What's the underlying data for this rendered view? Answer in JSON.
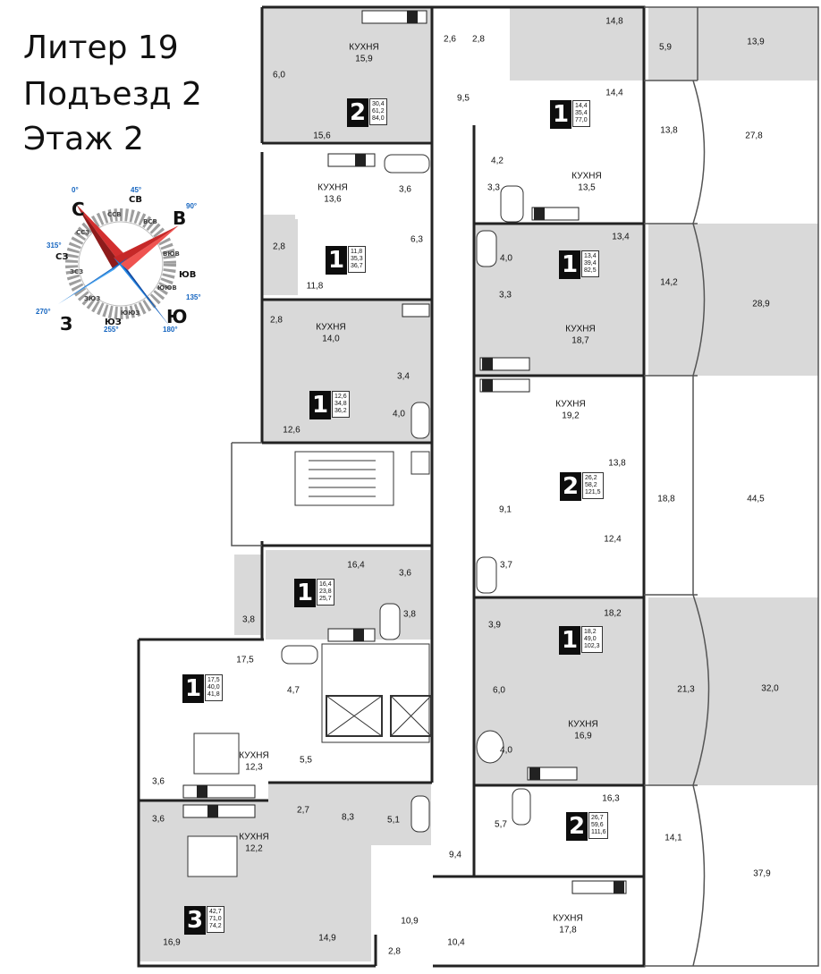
{
  "header": {
    "line1": "Литер 19",
    "line2": "Подъезд 2",
    "line3": "Этаж 2"
  },
  "compass": {
    "main": {
      "n": "С",
      "e": "В",
      "s": "Ю",
      "w": "З"
    },
    "deg": {
      "n": "0°",
      "ne": "45°",
      "e": "90°",
      "se": "135°",
      "s": "180°",
      "sw": "255°",
      "w": "270°",
      "nw": "315°"
    },
    "inter": {
      "ne": "СВ",
      "se": "ЮВ",
      "sw": "ЮЗ",
      "nw": "СЗ"
    },
    "ring": {
      "nne": "ССВ",
      "ene": "ВСВ",
      "ese": "ВЮВ",
      "sse": "ЮЮВ",
      "ssw": "ЮЮЗ",
      "wsw": "ЗЮЗ",
      "wnw": "ЗСЗ",
      "nnw": "ССЗ"
    },
    "colors": {
      "red": "#d32f2f",
      "blue": "#1e88e5",
      "darkred": "#8e1b1b",
      "darkblue": "#0d47a1"
    }
  },
  "labels": {
    "k1": "КУХНЯ",
    "a1": "15,9",
    "a2": "6,0",
    "a3": "15,6",
    "a4": "2,6",
    "a5": "2,8",
    "a6": "14,8",
    "a7": "5,9",
    "a8": "13,9",
    "a9": "9,5",
    "a10": "14,4",
    "a11": "13,8",
    "a12": "27,8",
    "k2": "КУХНЯ",
    "a13": "13,6",
    "a14": "3,6",
    "a15": "4,2",
    "k3": "КУХНЯ",
    "a16": "13,5",
    "a17": "3,3",
    "a18": "2,8",
    "a19": "6,3",
    "a20": "11,8",
    "a21": "13,4",
    "a22": "4,0",
    "a23": "14,2",
    "a24": "28,9",
    "a25": "3,3",
    "k4": "КУХНЯ",
    "a26": "14,0",
    "a27": "2,8",
    "k5": "КУХНЯ",
    "a28": "18,7",
    "a29": "3,4",
    "a30": "4,0",
    "a31": "12,6",
    "k6": "КУХНЯ",
    "a32": "19,2",
    "a33": "13,8",
    "a34": "18,8",
    "a35": "44,5",
    "a36": "9,1",
    "a37": "12,4",
    "a38": "16,4",
    "a39": "3,6",
    "a40": "3,7",
    "a41": "3,8",
    "a42": "3,8",
    "a43": "3,9",
    "a44": "18,2",
    "a45": "17,5",
    "a46": "4,7",
    "a47": "6,0",
    "a48": "21,3",
    "a49": "32,0",
    "k7": "КУХНЯ",
    "a50": "16,9",
    "a51": "4,0",
    "k8": "КУХНЯ",
    "a52": "12,3",
    "a53": "5,5",
    "a54": "3,6",
    "a55": "16,3",
    "a56": "2,7",
    "a57": "8,3",
    "a58": "5,1",
    "a59": "5,7",
    "a60": "3,6",
    "a61": "14,1",
    "a62": "37,9",
    "k9": "КУХНЯ",
    "a63": "12,2",
    "a64": "9,4",
    "k10": "КУХНЯ",
    "a65": "17,8",
    "a66": "10,9",
    "a67": "16,9",
    "a68": "14,9",
    "a69": "10,4",
    "a70": "2,8"
  },
  "apartments": [
    {
      "rooms": "2",
      "stats": [
        "30,4",
        "61,2",
        "84,0"
      ]
    },
    {
      "rooms": "1",
      "stats": [
        "14,4",
        "35,4",
        "77,0"
      ]
    },
    {
      "rooms": "1",
      "stats": [
        "11,8",
        "35,3",
        "36,7"
      ]
    },
    {
      "rooms": "1",
      "stats": [
        "13,4",
        "39,4",
        "82,5"
      ]
    },
    {
      "rooms": "1",
      "stats": [
        "12,6",
        "34,8",
        "36,2"
      ]
    },
    {
      "rooms": "2",
      "stats": [
        "26,2",
        "58,2",
        "121,5"
      ]
    },
    {
      "rooms": "1",
      "stats": [
        "16,4",
        "23,8",
        "25,7"
      ]
    },
    {
      "rooms": "1",
      "stats": [
        "18,2",
        "49,0",
        "102,3"
      ]
    },
    {
      "rooms": "1",
      "stats": [
        "17,5",
        "40,0",
        "41,8"
      ]
    },
    {
      "rooms": "2",
      "stats": [
        "26,7",
        "59,6",
        "111,6"
      ]
    },
    {
      "rooms": "3",
      "stats": [
        "42,7",
        "71,0",
        "74,2"
      ]
    }
  ]
}
